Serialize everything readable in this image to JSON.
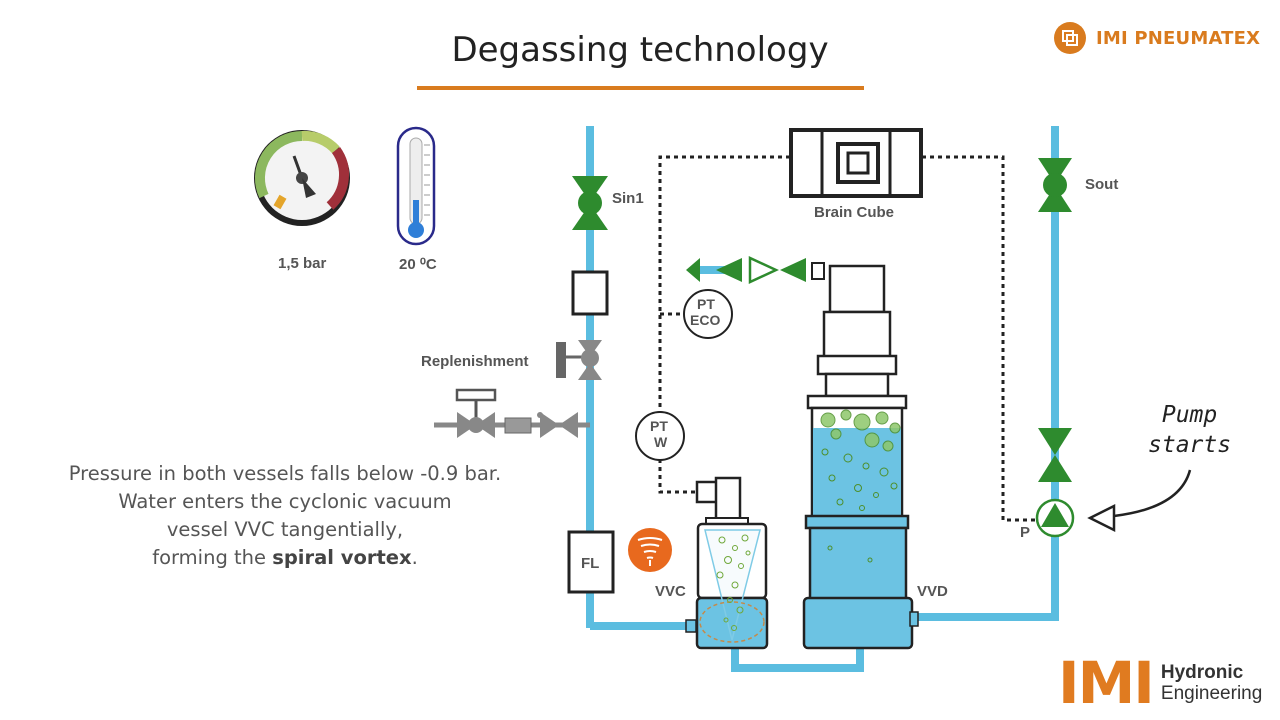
{
  "title": "Degassing technology",
  "brand": {
    "name": "IMI PNEUMATEX"
  },
  "gauge": {
    "label": "1,5 bar"
  },
  "thermometer": {
    "label": "20 ⁰C"
  },
  "labels": {
    "sin1": "Sin1",
    "sout": "Sout",
    "brain_cube": "Brain Cube",
    "replenishment": "Replenishment",
    "pt_eco_line1": "PT",
    "pt_eco_line2": "ECO",
    "pt_w_line1": "PT",
    "pt_w_line2": "W",
    "fl": "FL",
    "vvc": "VVC",
    "vvd": "VVD",
    "p": "P"
  },
  "description": {
    "line1": "Pressure in both vessels falls below -0.9 bar.",
    "line2": "Water enters the cyclonic vacuum",
    "line3": "vessel VVC tangentially,",
    "line4_prefix": "forming the ",
    "line4_bold": "spiral vortex",
    "line4_suffix": "."
  },
  "pump_note": {
    "line1": "Pump",
    "line2": "starts"
  },
  "footer": {
    "logo": "IMI",
    "line1": "Hydronic",
    "line2": "Engineering"
  },
  "colors": {
    "accent": "#d97b1e",
    "pipe": "#5bbde0",
    "valve": "#2e8b2e",
    "water": "#6cc3e3",
    "grey": "#888888"
  }
}
